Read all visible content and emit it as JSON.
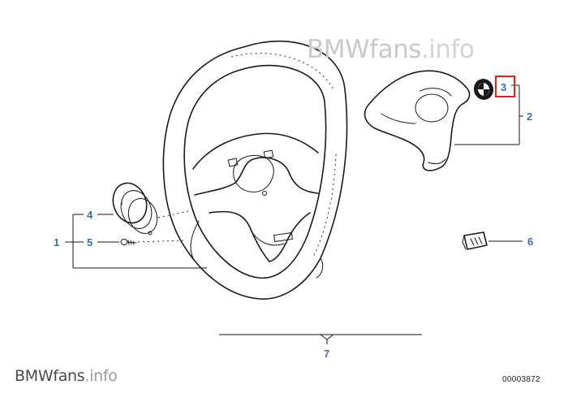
{
  "watermark": {
    "brand": "BMW",
    "suffix": "fans",
    "domain": ".info"
  },
  "document_number": "00003872",
  "callouts": {
    "c1": "1",
    "c2": "2",
    "c3": "3",
    "c4": "4",
    "c5": "5",
    "c6": "6",
    "c7": "7"
  },
  "highlighted_callout": "3",
  "colors": {
    "callout": "#3a6fb0",
    "highlight": "#e2231a",
    "line": "#1a1a1a"
  }
}
